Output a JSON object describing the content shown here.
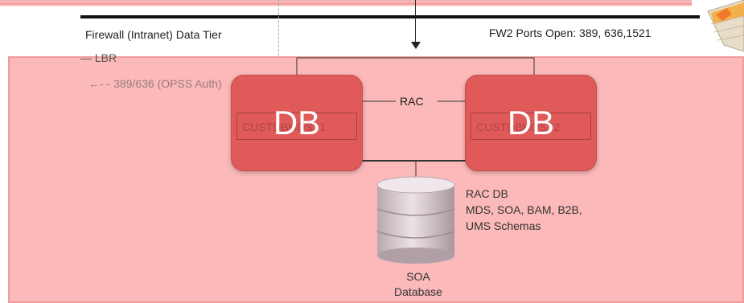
{
  "tier": {
    "title": "Firewall (Intranet) Data Tier",
    "ports": "FW2 Ports Open: 389, 636,1521"
  },
  "legend": {
    "lbr": "— LBR",
    "auth": "389/636 (OPSS Auth)"
  },
  "nodes": [
    {
      "instance": "CUSTDBHOST1",
      "overlay_label": "DB"
    },
    {
      "instance": "CUSTDBHOST2",
      "overlay_label": "DB"
    }
  ],
  "rac_label": "RAC",
  "database": {
    "lines": [
      "RAC DB",
      "MDS, SOA, BAM, B2B,",
      "UMS Schemas"
    ],
    "name_line1": "SOA",
    "name_line2": "Database"
  },
  "colors": {
    "zone_fill": "#fbb9b9",
    "node_fill": "#e05a5a",
    "cylinder": "#d8cbd0"
  },
  "icons": [
    "firewall-icon",
    "database-cylinder-icon",
    "arrow-down-icon"
  ]
}
